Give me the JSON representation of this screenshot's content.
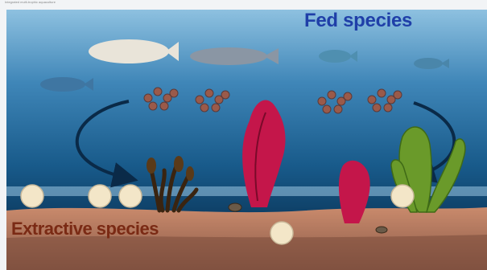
{
  "caption": "Integrated multi-trophic aquaculture",
  "labels": {
    "fed_species": "Fed species",
    "extractive_species": "Extractive species"
  },
  "colors": {
    "water_top": "#8ec1e0",
    "water_bottom": "#0d3d63",
    "sediment": "#b7735a",
    "fed_label": "#1f3fa8",
    "extractive_label": "#7a2a14",
    "red_seaweed": "#c4164a",
    "brown_seaweed": "#5a3a18",
    "green_seaweed": "#6a9a2a",
    "arrow": "#0a2a48",
    "feed_pellet": "#9a5a4a",
    "shellfish": "#f3e6c8"
  },
  "icons": [
    "fish-icon",
    "feed-pellet-icon",
    "red-seaweed-icon",
    "brown-seaweed-icon",
    "green-seaweed-icon",
    "shellfish-icon",
    "snail-icon",
    "nutrient-cycle-arrow-icon"
  ]
}
